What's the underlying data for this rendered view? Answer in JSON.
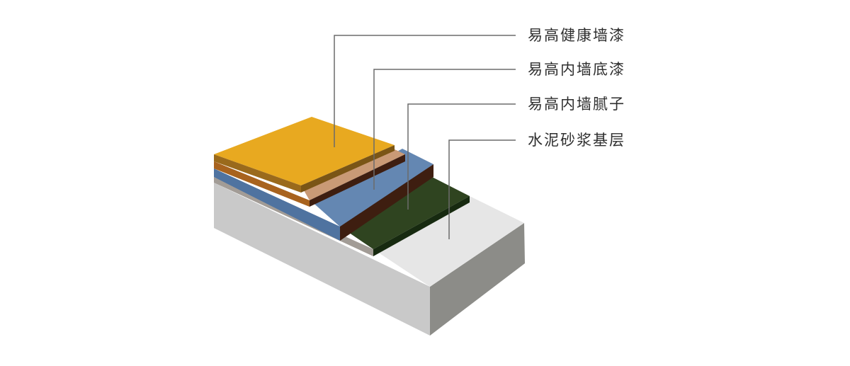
{
  "diagram": {
    "type": "layered-cross-section",
    "layers": [
      {
        "label": "易高健康墙漆",
        "color_top": "#e8a920",
        "color_side": "#9a6a1c"
      },
      {
        "label": "易高内墙底漆",
        "color_top": "#c99a76",
        "color_side": "#3e1e10"
      },
      {
        "label": "易高内墙腻子",
        "color_top": "#6487b2",
        "color_side": "#3e1e10"
      },
      {
        "label": "水泥砂浆基层",
        "color_top": "#2f4420",
        "color_side": "#1a2c12"
      }
    ],
    "base_colors": {
      "top": "#e6e6e6",
      "left": "#c8c8c8",
      "right": "#8a8a86",
      "gray_strip": "#a09a94"
    },
    "leader_color": "#6b6b6b"
  }
}
